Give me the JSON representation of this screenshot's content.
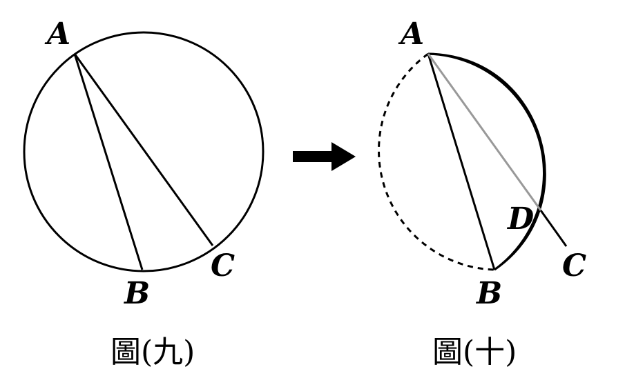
{
  "figure9": {
    "caption": "圖(九)",
    "points": {
      "A": "A",
      "B": "B",
      "C": "C"
    }
  },
  "figure10": {
    "caption": "圖(十)",
    "points": {
      "A": "A",
      "B": "B",
      "C": "C",
      "D": "D"
    }
  },
  "colors": {
    "stroke": "#000000",
    "chord_gray": "#999999",
    "background": "#ffffff"
  }
}
